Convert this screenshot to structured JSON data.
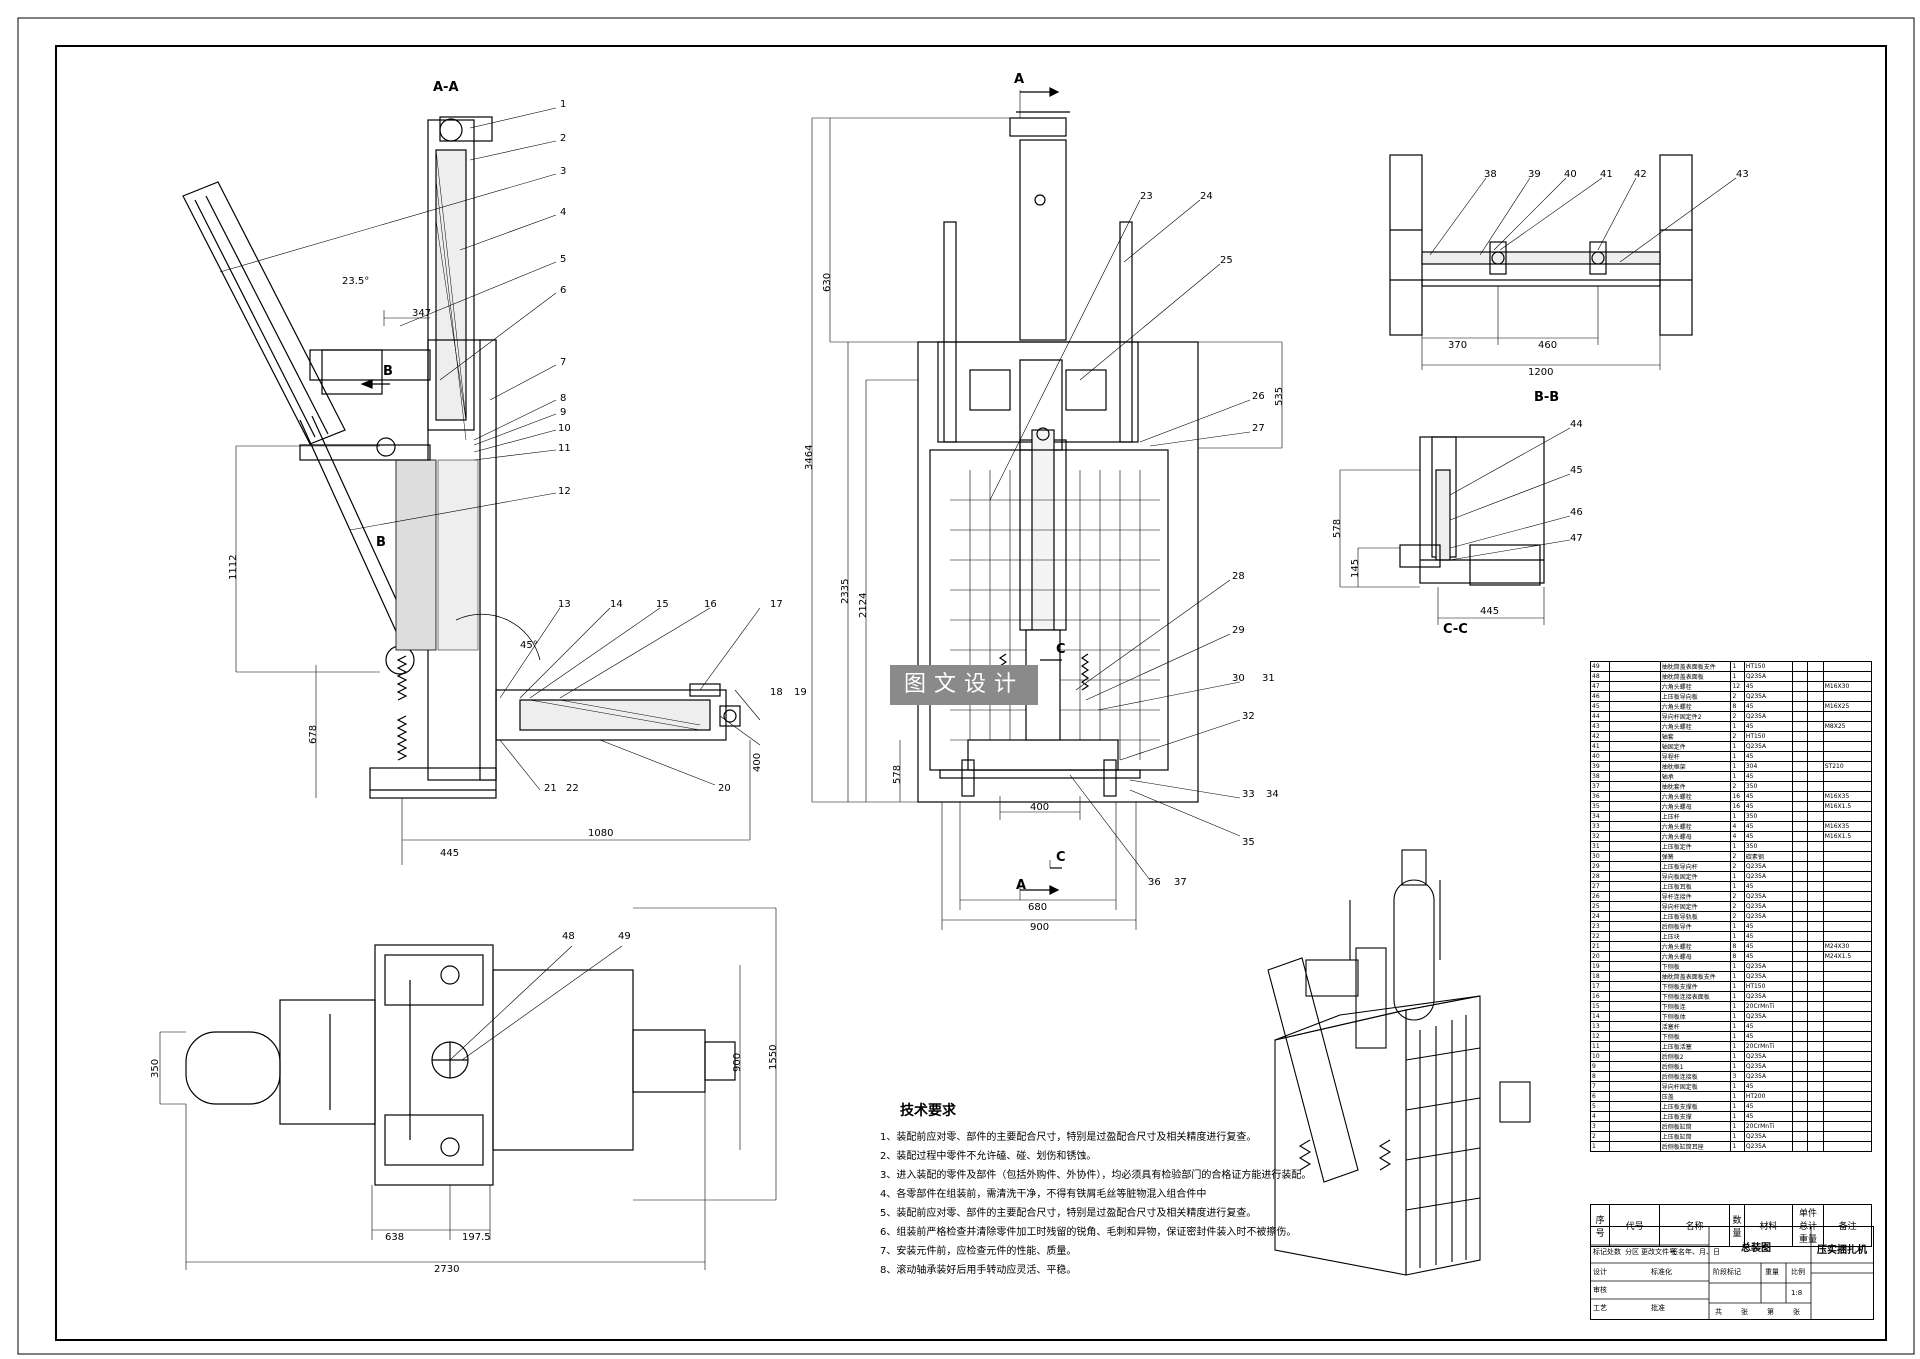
{
  "views": {
    "aa": "A-A",
    "bb": "B-B",
    "cc": "C-C",
    "cut_a": "A",
    "cut_b": "B",
    "cut_c": "C"
  },
  "angles": {
    "a1": "23.5°",
    "a2": "45°"
  },
  "dims": {
    "d347": "347",
    "d1112": "1112",
    "d678": "678",
    "d445a": "445",
    "d1080": "1080",
    "d400a": "400",
    "d630": "630",
    "d3464": "3464",
    "d2335": "2335",
    "d2124": "2124",
    "d578a": "578",
    "d535": "535",
    "d400b": "400",
    "d680": "680",
    "d900a": "900",
    "d370": "370",
    "d460": "460",
    "d1200": "1200",
    "d578b": "578",
    "d145": "145",
    "d445b": "445",
    "d350": "350",
    "d900b": "900",
    "d1550": "1550",
    "d638": "638",
    "d197": "197.5",
    "d2730": "2730"
  },
  "part_labels": [
    "1",
    "2",
    "3",
    "4",
    "5",
    "6",
    "7",
    "8",
    "9",
    "10",
    "11",
    "12",
    "13",
    "14",
    "15",
    "16",
    "17",
    "18",
    "19",
    "20",
    "21",
    "22",
    "23",
    "24",
    "25",
    "26",
    "27",
    "28",
    "29",
    "30",
    "31",
    "32",
    "33",
    "34",
    "35",
    "36",
    "37",
    "38",
    "39",
    "40",
    "41",
    "42",
    "43",
    "44",
    "45",
    "46",
    "47",
    "48",
    "49"
  ],
  "watermark": "图文设计",
  "tech": {
    "title": "技术要求",
    "lines": [
      "1、装配前应对零、部件的主要配合尺寸，特别是过盈配合尺寸及相关精度进行复查。",
      "2、装配过程中零件不允许磕、碰、划伤和锈蚀。",
      "3、进入装配的零件及部件（包括外购件、外协件），均必须具有检验部门的合格证方能进行装配。",
      "4、各零部件在组装前，需清洗干净，不得有铁屑毛丝等脏物混入组合件中",
      "5、装配前应对零、部件的主要配合尺寸，特别是过盈配合尺寸及相关精度进行复查。",
      "6、组装前严格检查并清除零件加工时残留的锐角、毛刺和异物，保证密封件装入时不被擦伤。",
      "7、安装元件前，应检查元件的性能、质量。",
      "8、滚动轴承装好后用手转动应灵活、平稳。"
    ]
  },
  "bom": [
    [
      "49",
      "",
      "抽枕筒盖表面板支件",
      "1",
      "HT150",
      "",
      "",
      ""
    ],
    [
      "48",
      "",
      "抽枕筒盖表面板",
      "1",
      "Q235A",
      "",
      "",
      ""
    ],
    [
      "47",
      "",
      "六角头螺栓",
      "12",
      "45",
      "",
      "",
      "M16X30"
    ],
    [
      "46",
      "",
      "上压板导向板",
      "2",
      "Q235A",
      "",
      "",
      ""
    ],
    [
      "45",
      "",
      "六角头螺栓",
      "8",
      "45",
      "",
      "",
      "M16X25"
    ],
    [
      "44",
      "",
      "导向杆固定件2",
      "2",
      "Q235A",
      "",
      "",
      ""
    ],
    [
      "43",
      "",
      "六角头螺栓",
      "1",
      "45",
      "",
      "",
      "M8X25"
    ],
    [
      "42",
      "",
      "轴套",
      "2",
      "HT150",
      "",
      "",
      ""
    ],
    [
      "41",
      "",
      "轴固定件",
      "1",
      "Q235A",
      "",
      "",
      ""
    ],
    [
      "40",
      "",
      "导程杆",
      "1",
      "45",
      "",
      "",
      ""
    ],
    [
      "39",
      "",
      "抽枕框架",
      "1",
      "304",
      "",
      "",
      "ST210"
    ],
    [
      "38",
      "",
      "轴承",
      "1",
      "45",
      "",
      "",
      ""
    ],
    [
      "37",
      "",
      "抽枕套件",
      "2",
      "350",
      "",
      "",
      ""
    ],
    [
      "36",
      "",
      "六角头螺栓",
      "16",
      "45",
      "",
      "",
      "M16X35"
    ],
    [
      "35",
      "",
      "六角头螺母",
      "16",
      "45",
      "",
      "",
      "M16X1.5"
    ],
    [
      "34",
      "",
      "上压杆",
      "1",
      "350",
      "",
      "",
      ""
    ],
    [
      "33",
      "",
      "六角头螺栓",
      "4",
      "45",
      "",
      "",
      "M16X35"
    ],
    [
      "32",
      "",
      "六角头螺母",
      "4",
      "45",
      "",
      "",
      "M16X1.5"
    ],
    [
      "31",
      "",
      "上压板定件",
      "1",
      "350",
      "",
      "",
      ""
    ],
    [
      "30",
      "",
      "弹簧",
      "2",
      "碳素钢",
      "",
      "",
      ""
    ],
    [
      "29",
      "",
      "上压板导向杆",
      "2",
      "Q235A",
      "",
      "",
      ""
    ],
    [
      "28",
      "",
      "导向板固定件",
      "1",
      "Q235A",
      "",
      "",
      ""
    ],
    [
      "27",
      "",
      "上压板耳板",
      "1",
      "45",
      "",
      "",
      ""
    ],
    [
      "26",
      "",
      "导杆连接件",
      "2",
      "Q235A",
      "",
      "",
      ""
    ],
    [
      "25",
      "",
      "导向杆固定件",
      "2",
      "Q235A",
      "",
      "",
      ""
    ],
    [
      "24",
      "",
      "上压板导轨板",
      "2",
      "Q235A",
      "",
      "",
      ""
    ],
    [
      "23",
      "",
      "后侧板导件",
      "1",
      "45",
      "",
      "",
      ""
    ],
    [
      "22",
      "",
      "上压块",
      "1",
      "45",
      "",
      "",
      ""
    ],
    [
      "21",
      "",
      "六角头螺栓",
      "8",
      "45",
      "",
      "",
      "M24X30"
    ],
    [
      "20",
      "",
      "六角头螺母",
      "8",
      "45",
      "",
      "",
      "M24X1.5"
    ],
    [
      "19",
      "",
      "下侧板",
      "1",
      "Q235A",
      "",
      "",
      ""
    ],
    [
      "18",
      "",
      "抽枕筒盖表面板支件",
      "1",
      "Q235A",
      "",
      "",
      ""
    ],
    [
      "17",
      "",
      "下侧板支撑件",
      "1",
      "HT150",
      "",
      "",
      ""
    ],
    [
      "16",
      "",
      "下侧板连接表面板",
      "1",
      "Q235A",
      "",
      "",
      ""
    ],
    [
      "15",
      "",
      "下侧板连",
      "1",
      "20CrMnTi",
      "",
      "",
      ""
    ],
    [
      "14",
      "",
      "下侧板体",
      "1",
      "Q235A",
      "",
      "",
      ""
    ],
    [
      "13",
      "",
      "活塞杆",
      "1",
      "45",
      "",
      "",
      ""
    ],
    [
      "12",
      "",
      "下侧板",
      "1",
      "45",
      "",
      "",
      ""
    ],
    [
      "11",
      "",
      "上压板活塞",
      "1",
      "20CrMnTi",
      "",
      "",
      ""
    ],
    [
      "10",
      "",
      "后侧板2",
      "1",
      "Q235A",
      "",
      "",
      ""
    ],
    [
      "9",
      "",
      "后侧板1",
      "1",
      "Q235A",
      "",
      "",
      ""
    ],
    [
      "8",
      "",
      "后侧板连接板",
      "3",
      "Q235A",
      "",
      "",
      ""
    ],
    [
      "7",
      "",
      "导向杆固定板",
      "1",
      "45",
      "",
      "",
      ""
    ],
    [
      "6",
      "",
      "压盖",
      "1",
      "HT200",
      "",
      "",
      ""
    ],
    [
      "5",
      "",
      "上压板支撑板",
      "1",
      "45",
      "",
      "",
      ""
    ],
    [
      "4",
      "",
      "上压板支撑",
      "1",
      "45",
      "",
      "",
      ""
    ],
    [
      "3",
      "",
      "后侧板缸筒",
      "1",
      "20CrMnTi",
      "",
      "",
      ""
    ],
    [
      "2",
      "",
      "上压板缸筒",
      "1",
      "Q235A",
      "",
      "",
      ""
    ],
    [
      "1",
      "",
      "后侧板缸筒耳座",
      "1",
      "Q235A",
      "",
      "",
      ""
    ]
  ],
  "bom_header": {
    "no": "序号",
    "code": "代号",
    "name": "名称",
    "qty": "数量",
    "mat": "材料",
    "unit_w": "单件",
    "total_w": "总计",
    "weight": "重量",
    "remark": "备注"
  },
  "title_block": {
    "drawing": "总装图",
    "product": "压实捆扎机",
    "mark": "标记",
    "count": "处数",
    "zone": "分区",
    "doc": "更改文件号",
    "sign": "签名",
    "date": "年、月、日",
    "design": "设计",
    "standard": "标准化",
    "stage_mark": "阶段标记",
    "weight": "重量",
    "scale": "比例",
    "scale_value": "1:8",
    "review": "审核",
    "process": "工艺",
    "approve": "批准",
    "sheets": "共",
    "sheet": "张",
    "sheet_no": "第",
    "page": "张"
  }
}
